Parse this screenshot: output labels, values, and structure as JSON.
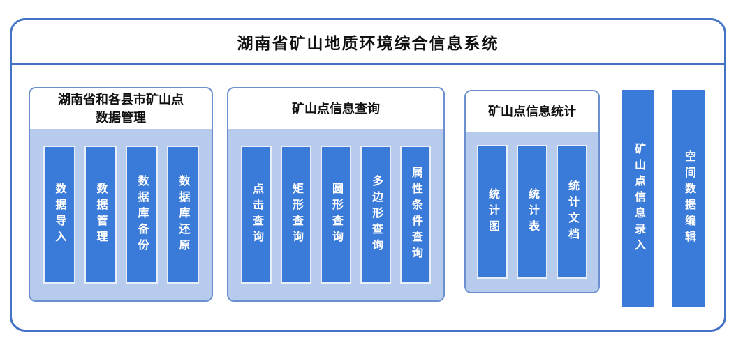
{
  "title": "湖南省矿山地质环境综合信息系统",
  "groups": [
    {
      "title_lines": [
        "湖南省和各县市矿山点",
        "数据管理"
      ],
      "items": [
        "数据导入",
        "数据管理",
        "数据库备份",
        "数据库还原"
      ]
    },
    {
      "title_lines": [
        "矿山点信息查询"
      ],
      "items": [
        "点击查询",
        "矩形查询",
        "圆形查询",
        "多边形查询",
        "属性条件查询"
      ]
    },
    {
      "title_lines": [
        "矿山点信息统计"
      ],
      "items": [
        "统计图",
        "统计表",
        "统计文档"
      ]
    }
  ],
  "standalone_items": [
    "矿山点信息录入",
    "空间数据编辑"
  ],
  "colors": {
    "outer_border": "#4472C4",
    "group_border": "#6C8FD0",
    "group_fill": "#B7CCEC",
    "bar_fill": "#3A7AD9",
    "bar_text": "#FFFFFF",
    "title_text": "#111111"
  }
}
